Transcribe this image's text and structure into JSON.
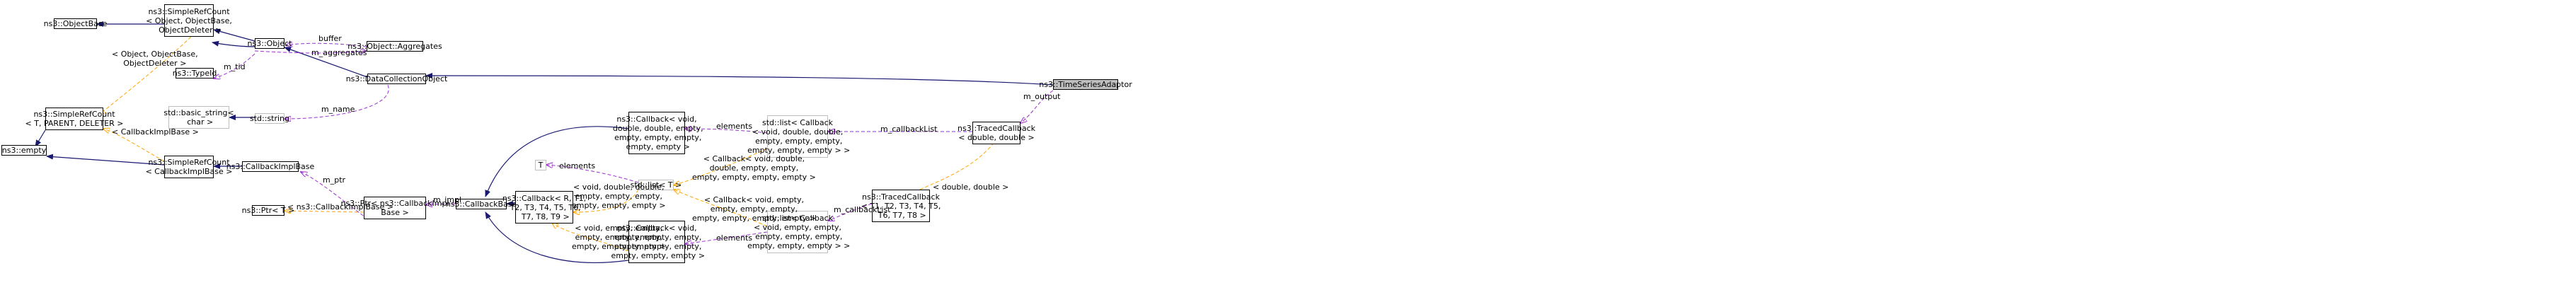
{
  "diagram": {
    "nodes": {
      "ns3_empty": "ns3::empty",
      "object_base": "ns3::ObjectBase",
      "srfc_object": "ns3::SimpleRefCount\n< Object, ObjectBase,\n ObjectDeleter >",
      "srfc_generic": "ns3::SimpleRefCount\n< T, PARENT, DELETER >",
      "srfc_callback": "ns3::SimpleRefCount\n< CallbackImplBase >",
      "type_id": "ns3::TypeId",
      "basic_string": "std::basic_string<\n char >",
      "ptr_t": "ns3::Ptr< T >",
      "object": "ns3::Object",
      "std_string": "std::string",
      "callback_impl_base": "ns3::CallbackImplBase",
      "aggregates": "ns3::Object::Aggregates",
      "data_collection_object": "ns3::DataCollectionObject",
      "ptr_callback_impl": "ns3::Ptr< ns3::CallbackImpl\nBase >",
      "callback_base": "ns3::CallbackBase",
      "callback_generic": "ns3::Callback< R, T1,\n T2, T3, T4, T5, T6,\n T7, T8, T9 >",
      "t": "T",
      "callback_double": "ns3::Callback< void,\n double, double, empty,\n empty, empty, empty,\n empty, empty >",
      "callback_empty": "ns3::Callback< void,\n empty, empty, empty,\n empty, empty, empty,\n empty, empty, empty >",
      "std_list_t": "std::list< T >",
      "list_double": "std::list< Callback\n< void, double, double,\n empty, empty, empty,\n empty, empty, empty > >",
      "list_empty": "std::list< Callback\n< void, empty, empty,\n empty, empty, empty,\n empty, empty, empty > >",
      "traced_callback_generic": "ns3::TracedCallback\n< T1, T2, T3, T4, T5,\n T6, T7, T8 >",
      "traced_callback_double": "ns3::TracedCallback\n< double, double >",
      "time_series_adaptor": "ns3::TimeSeriesAdaptor"
    },
    "edge_labels": {
      "buffer": "buffer",
      "m_aggregates": "m_aggregates",
      "m_tid": "m_tid",
      "m_name": "m_name",
      "object_tpl": "< Object, ObjectBase,\nObjectDeleter >",
      "cbimpl_tpl": "< CallbackImplBase >",
      "m_ptr": "m_ptr",
      "ptr_tpl": "< ns3::CallbackImplBase >",
      "m_impl": "m_impl",
      "elements_t": "elements",
      "elements_double": "elements",
      "elements_empty": "elements",
      "cb_double_tpl": "< void, double, double,\nempty, empty, empty,\nempty, empty, empty >",
      "cb_empty_tpl": "< void, empty, empty,\nempty, empty, empty,\nempty, empty, empty >",
      "list_double_tpl": "< Callback< void, double,\ndouble, empty, empty,\nempty, empty, empty, empty >",
      "list_empty_tpl": "< Callback< void, empty,\nempty, empty, empty,\nempty, empty, empty, empty >",
      "m_callbackList_1": "m_callbackList",
      "m_callbackList_2": "m_callbackList",
      "double_double_tpl": "< double, double >",
      "m_output": "m_output"
    },
    "colors": {
      "inheritance": "#191970",
      "usage": "#9a32cd",
      "template": "#ffa500",
      "node_border": "#000000",
      "grey_border": "#bfbfbf",
      "focus_fill": "#bfbfbf"
    }
  }
}
